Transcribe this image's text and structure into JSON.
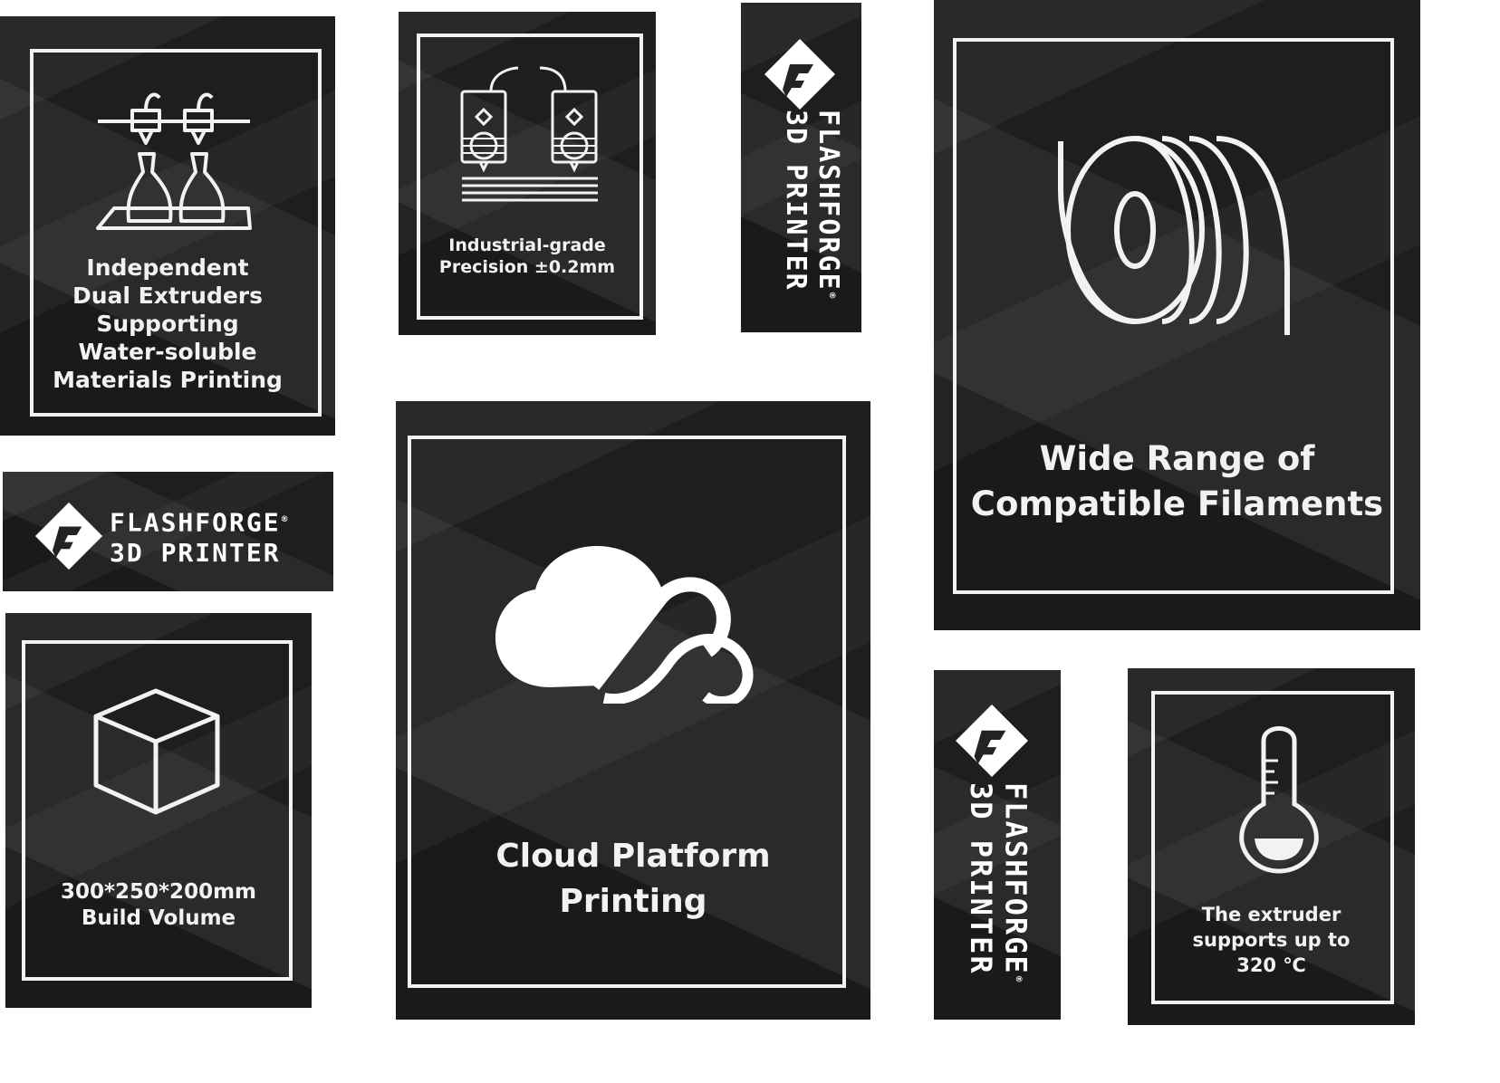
{
  "cards": {
    "dual_extruders": {
      "text": "Independent\nDual Extruders\nSupporting\nWater-soluble\nMaterials Printing",
      "icon": "dual-extruder-vases-icon"
    },
    "precision": {
      "text": "Industrial-grade\nPrecision ±0.2mm",
      "icon": "twin-extruder-layers-icon"
    },
    "filaments": {
      "text": "Wide Range of\nCompatible Filaments",
      "icon": "filament-spool-icon"
    },
    "build_volume": {
      "text": "300*250*200mm\nBuild Volume",
      "icon": "cube-icon"
    },
    "cloud": {
      "text": "Cloud Platform\nPrinting",
      "icon": "cloud-icon"
    },
    "temperature": {
      "text": "The extruder\nsupports up to\n320 ℃",
      "icon": "thermometer-icon"
    }
  },
  "brand": {
    "name": "FLASHFORGE",
    "subtitle": "3D PRINTER",
    "registered": "®",
    "icon": "flashforge-logo-icon"
  },
  "colors": {
    "card_bg": "#232323",
    "line": "#f2f2f2"
  }
}
